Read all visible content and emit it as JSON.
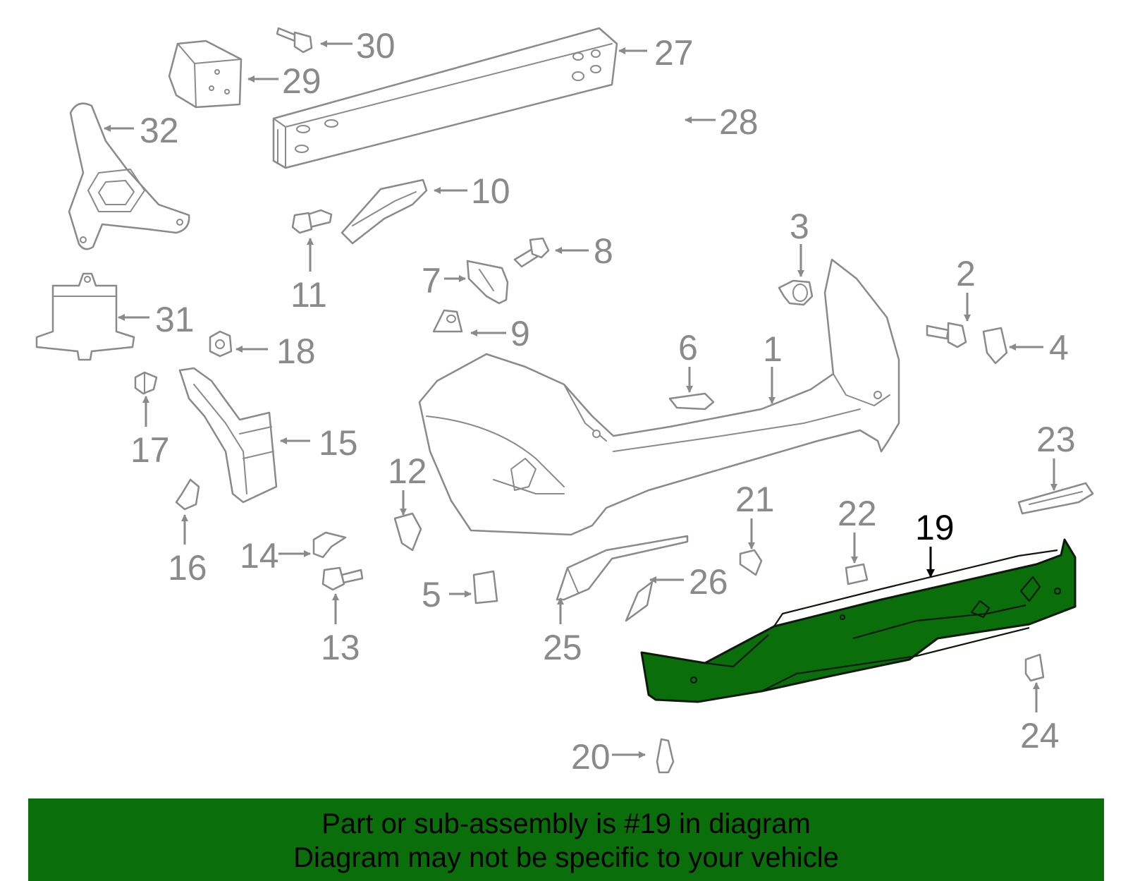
{
  "diagram": {
    "highlight_color": "#0a6e0a",
    "callouts": [
      "1",
      "2",
      "3",
      "4",
      "5",
      "6",
      "7",
      "8",
      "9",
      "10",
      "11",
      "12",
      "13",
      "14",
      "15",
      "16",
      "17",
      "18",
      "19",
      "20",
      "21",
      "22",
      "23",
      "24",
      "25",
      "26",
      "27",
      "28",
      "29",
      "30",
      "31",
      "32"
    ],
    "highlighted_callout": "19"
  },
  "banner": {
    "line1": "Part or sub-assembly is #19 in diagram",
    "line2": "Diagram may not be specific to your vehicle"
  }
}
